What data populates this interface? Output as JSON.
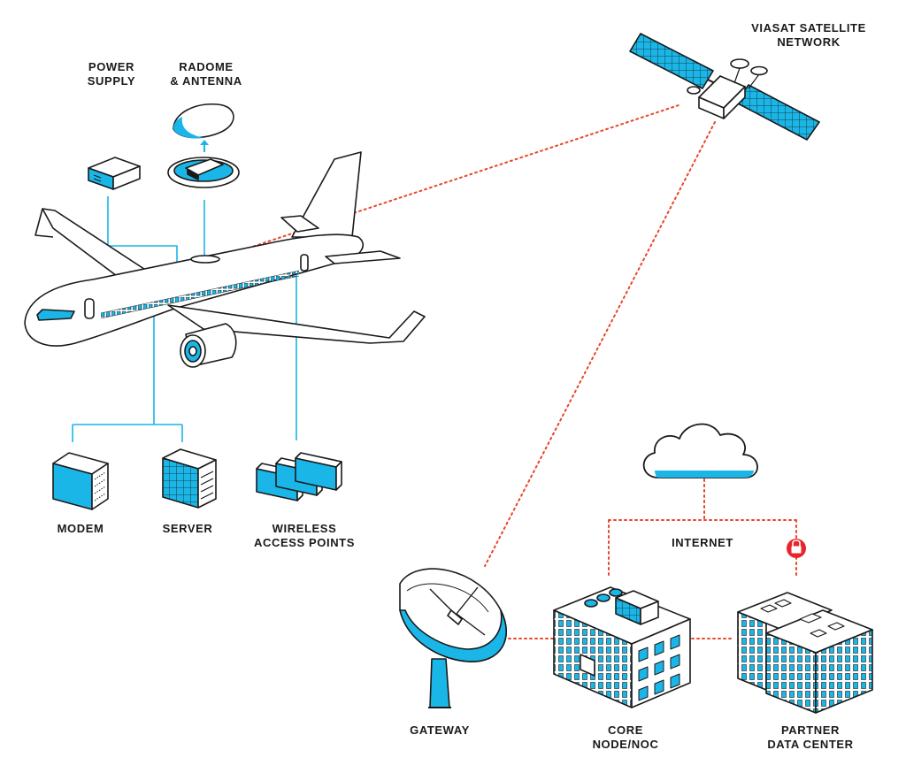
{
  "colors": {
    "accent": "#1ab6e8",
    "accent_light": "#bfe9f7",
    "link_line": "#e8472a",
    "ink": "#1a1a1a",
    "lock": "#e8252a"
  },
  "labels": {
    "power_supply": [
      "POWER",
      "SUPPLY"
    ],
    "radome_antenna": [
      "RADOME",
      "& ANTENNA"
    ],
    "satellite": [
      "VIASAT SATELLITE",
      "NETWORK"
    ],
    "modem": "MODEM",
    "server": "SERVER",
    "wireless": [
      "WIRELESS",
      "ACCESS POINTS"
    ],
    "internet": "INTERNET",
    "gateway": "GATEWAY",
    "core_node": [
      "CORE",
      "NODE/NOC"
    ],
    "partner": [
      "PARTNER",
      "DATA CENTER"
    ]
  },
  "icons": [
    "airplane-icon",
    "satellite-icon",
    "radome-icon",
    "antenna-icon",
    "power-supply-icon",
    "modem-icon",
    "server-icon",
    "wireless-access-points-icon",
    "cloud-icon",
    "lock-icon",
    "gateway-dish-icon",
    "core-node-building-icon",
    "partner-data-center-icon"
  ]
}
